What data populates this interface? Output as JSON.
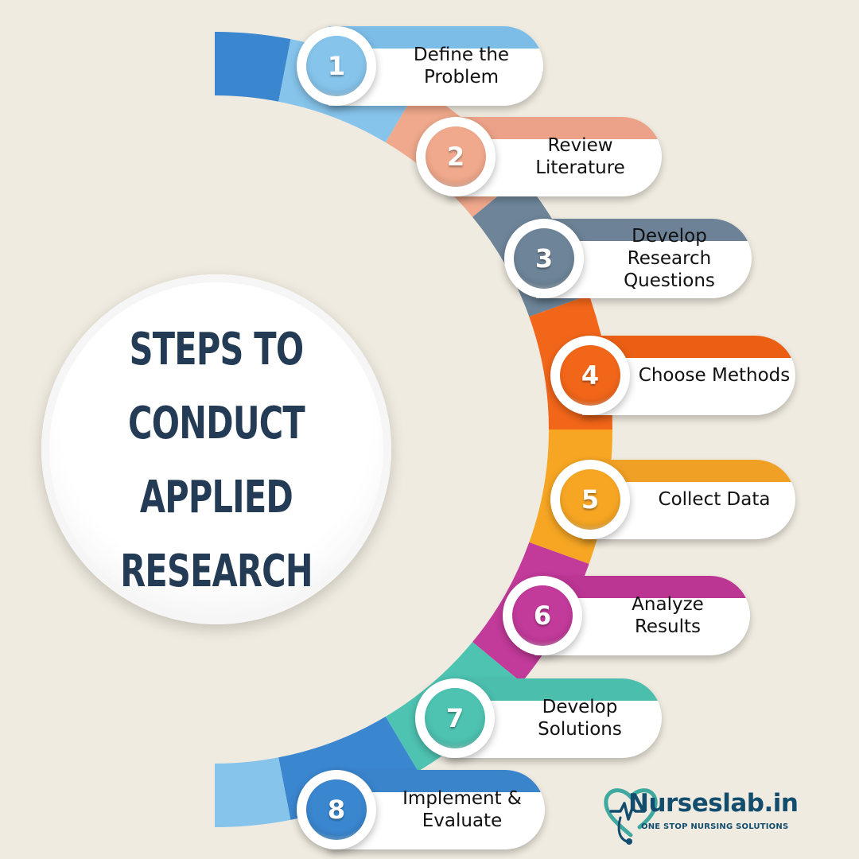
{
  "title": {
    "lines": [
      "STEPS TO",
      "CONDUCT",
      "APPLIED",
      "RESEARCH"
    ]
  },
  "steps": [
    {
      "number": "1",
      "label": "Define the\nProblem",
      "color": "#86c4ec",
      "band_color": "#7cbde8"
    },
    {
      "number": "2",
      "label": "Review\nLiterature",
      "color": "#f0a98c",
      "band_color": "#eba288"
    },
    {
      "number": "3",
      "label": "Develop Research\nQuestions",
      "color": "#6e8599",
      "band_color": "#6d8296"
    },
    {
      "number": "4",
      "label": "Choose Methods",
      "color": "#f2661a",
      "band_color": "#ea5f14"
    },
    {
      "number": "5",
      "label": "Collect Data",
      "color": "#f6a623",
      "band_color": "#f0a024"
    },
    {
      "number": "6",
      "label": "Analyze\nResults",
      "color": "#c23a9a",
      "band_color": "#bb3593"
    },
    {
      "number": "7",
      "label": "Develop\nSolutions",
      "color": "#4ec3b2",
      "band_color": "#4bbead"
    },
    {
      "number": "8",
      "label": "Implement &\nEvaluate",
      "color": "#3a86cf",
      "band_color": "#3a84cc"
    }
  ],
  "arc_end_colors": {
    "top": "#3a86cf",
    "bottom": "#86c4ec"
  },
  "logo": {
    "name": "Nurseslab.in",
    "tagline": "ONE STOP NURSING SOLUTIONS",
    "icon": "heart-stethoscope-icon",
    "color": "#124d6e",
    "accent": "#3fa9a0"
  }
}
